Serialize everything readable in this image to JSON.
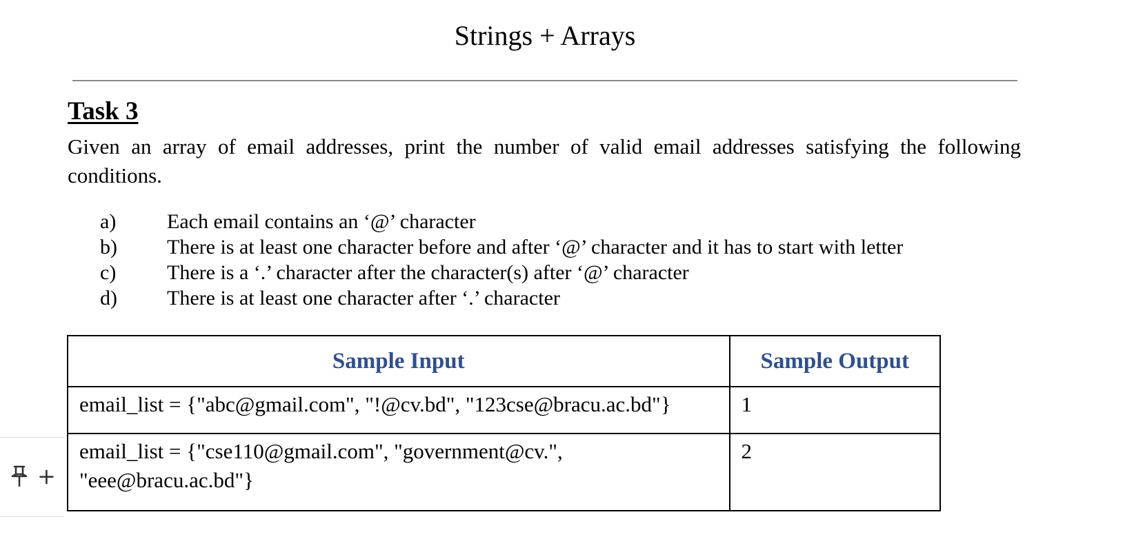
{
  "document": {
    "title": "Strings + Arrays",
    "task_heading": "Task 3",
    "description": "Given an array of email addresses, print the number of valid email addresses satisfying the following conditions.",
    "conditions": [
      {
        "marker": "a)",
        "text": "Each email contains an ‘@’ character"
      },
      {
        "marker": "b)",
        "text": "There is at least one character  before and after ‘@’ character and it has to start with letter"
      },
      {
        "marker": "c)",
        "text": "There is a ‘.’ character after the character(s) after ‘@’ character"
      },
      {
        "marker": "d)",
        "text": "There is at least one character after ‘.’ character"
      }
    ],
    "table": {
      "headers": [
        "Sample Input",
        "Sample Output"
      ],
      "rows": [
        {
          "input": "email_list = {\"abc@gmail.com\", \"!@cv.bd\",  \"123cse@bracu.ac.bd\"}",
          "output": "1"
        },
        {
          "input": "email_list = {\"cse110@gmail.com\", \"government@cv.\", \"eee@bracu.ac.bd\"}",
          "output": "2"
        }
      ],
      "header_color": "#2f4f8f"
    }
  },
  "side_controls": {
    "icons": [
      "pin-icon",
      "add-icon"
    ],
    "add_glyph": "+"
  }
}
